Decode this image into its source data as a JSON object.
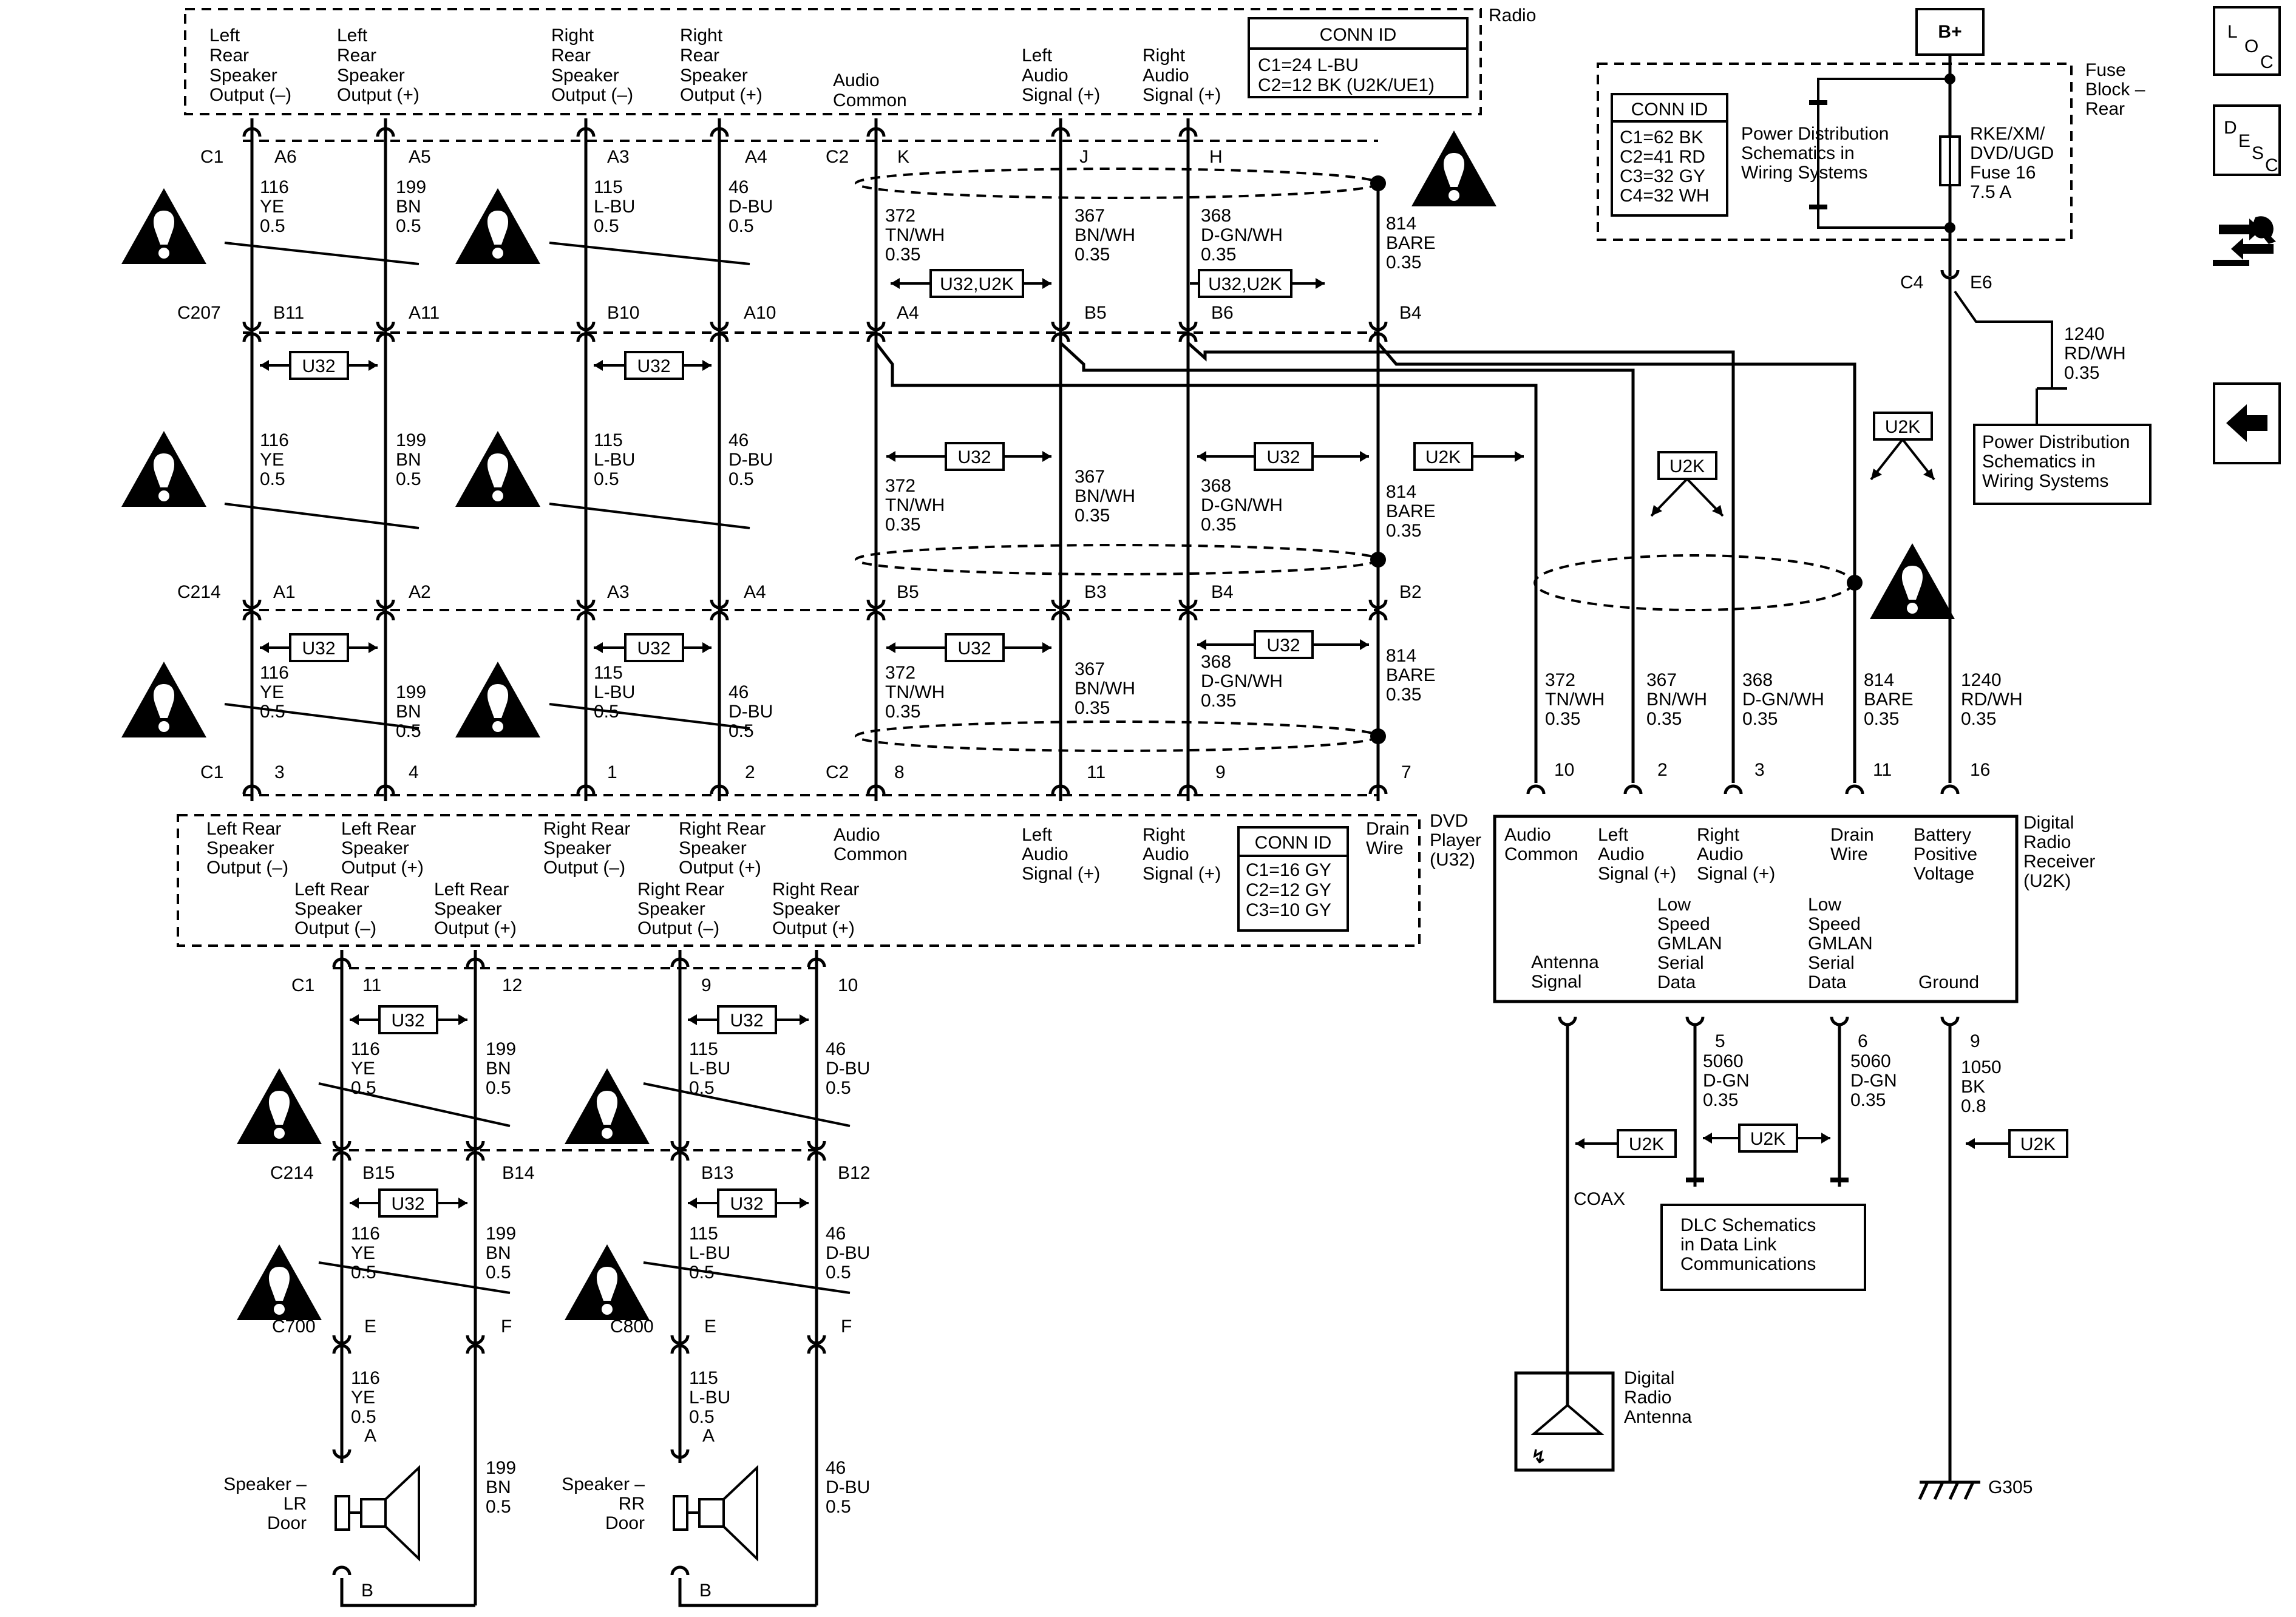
{
  "nav": {
    "loc": [
      "L",
      "O",
      "C"
    ],
    "desc": [
      "D",
      "E",
      "S",
      "C"
    ]
  },
  "radio": {
    "title": "Radio",
    "conn_id_title": "CONN ID",
    "conn_ids": [
      "C1=24 L-BU",
      "C2=12 BK (U2K/UE1)"
    ],
    "terminals": [
      "Left Rear Speaker Output (–)",
      "Left Rear Speaker Output (+)",
      "Right Rear Speaker Output (–)",
      "Right Rear Speaker Output (+)",
      "Audio Common",
      "Left Audio Signal (+)",
      "Right Audio Signal (+)"
    ]
  },
  "fuse_block": {
    "title": "Fuse Block – Rear",
    "battery": "B+",
    "conn_id_title": "CONN ID",
    "conn_ids": [
      "C1=62 BK",
      "C2=41 RD",
      "C3=32 GY",
      "C4=32 WH"
    ],
    "pd_ref": "Power Distribution Schematics in Wiring Systems",
    "fuse": "RKE/XM/ DVD/UGD Fuse 16 7.5 A",
    "conn": "C4",
    "pin": "E6"
  },
  "connectors": [
    "C1",
    "C2",
    "C207",
    "C214",
    "C1",
    "C2",
    "C1",
    "C214",
    "C700",
    "C800",
    "G305"
  ],
  "pins": {
    "radio_c1": [
      "A6",
      "A5",
      "A3",
      "A4"
    ],
    "radio_c2": [
      "K",
      "J",
      "H"
    ],
    "c207": [
      "B11",
      "A11",
      "B10",
      "A10",
      "A4",
      "B5",
      "B6",
      "B4"
    ],
    "c214": [
      "A1",
      "A2",
      "A3",
      "A4",
      "B5",
      "B3",
      "B4",
      "B2"
    ],
    "dvd_c1": [
      "3",
      "4",
      "1",
      "2"
    ],
    "dvd_c2": [
      "8",
      "11",
      "9",
      "7"
    ],
    "dvd_rear_c1": [
      "11",
      "12",
      "9",
      "10"
    ],
    "c214_rear": [
      "B15",
      "B14",
      "B13",
      "B12"
    ],
    "c700": [
      "E",
      "F"
    ],
    "c800": [
      "E",
      "F"
    ],
    "receiver_top": [
      "10",
      "2",
      "3",
      "11",
      "16"
    ],
    "receiver_bottom": [
      "5",
      "6",
      "9"
    ],
    "speaker": [
      "A",
      "B",
      "A",
      "B"
    ]
  },
  "wires": {
    "w116": [
      "116",
      "YE",
      "0.5"
    ],
    "w199": [
      "199",
      "BN",
      "0.5"
    ],
    "w115": [
      "115",
      "L-BU",
      "0.5"
    ],
    "w46": [
      "46",
      "D-BU",
      "0.5"
    ],
    "w372": [
      "372",
      "TN/WH",
      "0.35"
    ],
    "w367": [
      "367",
      "BN/WH",
      "0.35"
    ],
    "w368": [
      "368",
      "D-GN/WH",
      "0.35"
    ],
    "w814": [
      "814",
      "BARE",
      "0.35"
    ],
    "w1240": [
      "1240",
      "RD/WH",
      "0.35"
    ],
    "w5060": [
      "5060",
      "D-GN",
      "0.35"
    ],
    "w1050": [
      "1050",
      "BK",
      "0.8"
    ]
  },
  "option_tags": {
    "u32": "U32",
    "u32u2k": "U32,U2K",
    "u2k": "U2K"
  },
  "dvd": {
    "title": "DVD Player (U32)",
    "conn_id_title": "CONN ID",
    "conn_ids": [
      "C1=16 GY",
      "C2=12 GY",
      "C3=10 GY"
    ],
    "terminals_top": [
      "Left Rear Speaker Output (–)",
      "Left Rear Speaker Output (+)",
      "Right Rear Speaker Output (–)",
      "Right Rear Speaker Output (+)",
      "Audio Common",
      "Left Audio Signal (+)",
      "Right Audio Signal (+)",
      "Drain Wire"
    ],
    "terminals_bottom": [
      "Left Rear Speaker Output (–)",
      "Left Rear Speaker Output (+)",
      "Right Rear Speaker Output (–)",
      "Right Rear Speaker Output (+)"
    ]
  },
  "receiver": {
    "title": "Digital Radio Receiver (U2K)",
    "terminals_top": [
      "Audio Common",
      "Left Audio Signal (+)",
      "Right Audio Signal (+)",
      "Drain Wire",
      "Battery Positive Voltage"
    ],
    "terminals_bottom": [
      "Antenna Signal",
      "Low Speed GMLAN Serial Data",
      "Low Speed GMLAN Serial Data",
      "Ground"
    ]
  },
  "pd_ref_box": "Power Distribution Schematics in Wiring Systems",
  "dlc_ref_box": "DLC Schematics in Data Link Communications",
  "coax": "COAX",
  "antenna": "Digital Radio Antenna",
  "speaker_lr": "Speaker – LR Door",
  "speaker_rr": "Speaker – RR Door",
  "ground": "G305"
}
